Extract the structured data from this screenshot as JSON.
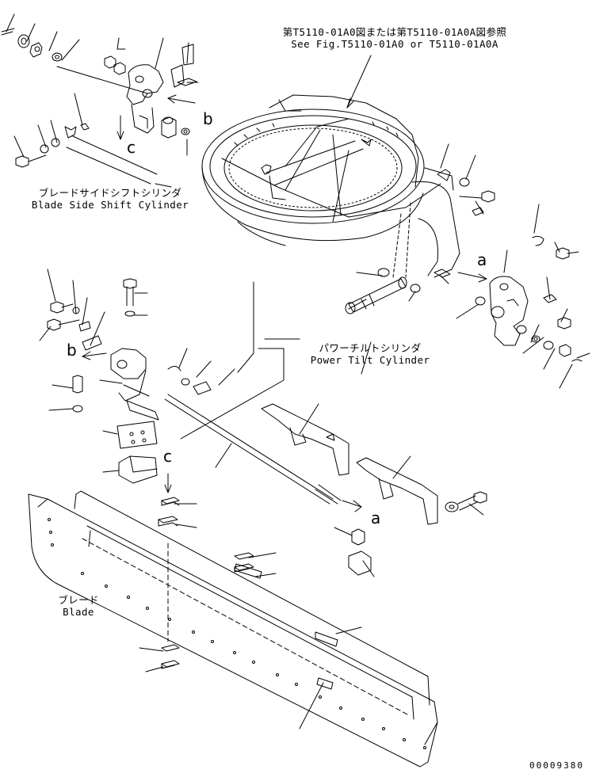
{
  "labels": {
    "ref_ja": "第T5110-01A0図または第T5110-01A0A図参照",
    "ref_en": "See Fig.T5110-01A0 or T5110-01A0A",
    "side_shift_ja": "ブレードサイドシフトシリンダ",
    "side_shift_en": "Blade Side Shift Cylinder",
    "power_tilt_ja": "パワーチルトシリンダ",
    "power_tilt_en": "Power Tilt Cylinder",
    "blade_ja": "ブレード",
    "blade_en": "Blade"
  },
  "callouts": {
    "a": "a",
    "b": "b",
    "c": "c"
  },
  "drawing_number": "00009380"
}
